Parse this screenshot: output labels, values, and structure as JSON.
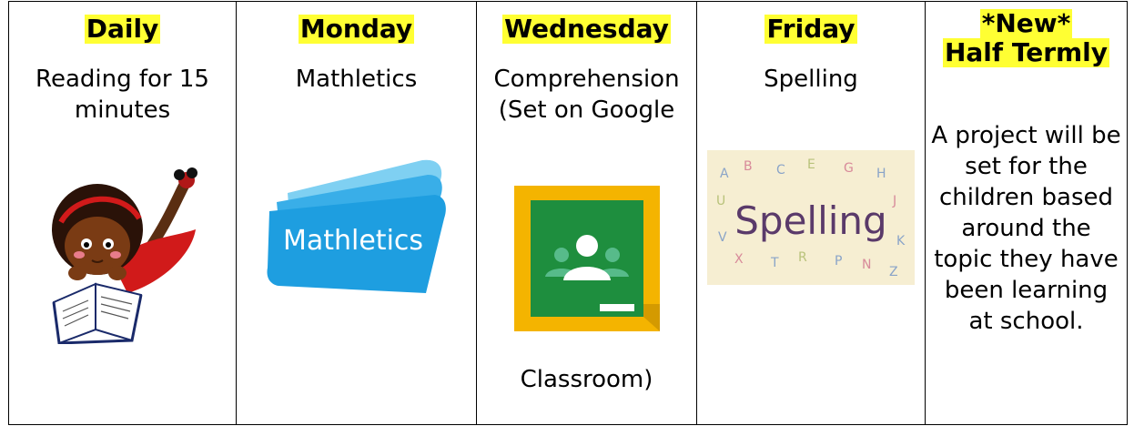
{
  "columns": [
    {
      "heading": "Daily",
      "text": "Reading for 15 minutes",
      "image": "girl-reading-book-illustration"
    },
    {
      "heading": "Monday",
      "text": "Mathletics",
      "logo_text": "Mathletics",
      "image": "mathletics-logo"
    },
    {
      "heading": "Wednesday",
      "text_top": "Comprehension (Set on Google",
      "text_bottom": "Classroom)",
      "image": "google-classroom-icon"
    },
    {
      "heading": "Friday",
      "text": "Spelling",
      "image_text": "Spelling",
      "image": "spelling-chalkboard-image"
    },
    {
      "heading_line1": "*New*",
      "heading_line2": "Half Termly",
      "text": "A project will be set for the children based around the topic they have been learning at school."
    }
  ],
  "colors": {
    "highlight": "#ffff33",
    "mathletics_blue": "#1e9ee0",
    "classroom_green": "#1e8e3e",
    "classroom_yellow": "#f4b400"
  }
}
